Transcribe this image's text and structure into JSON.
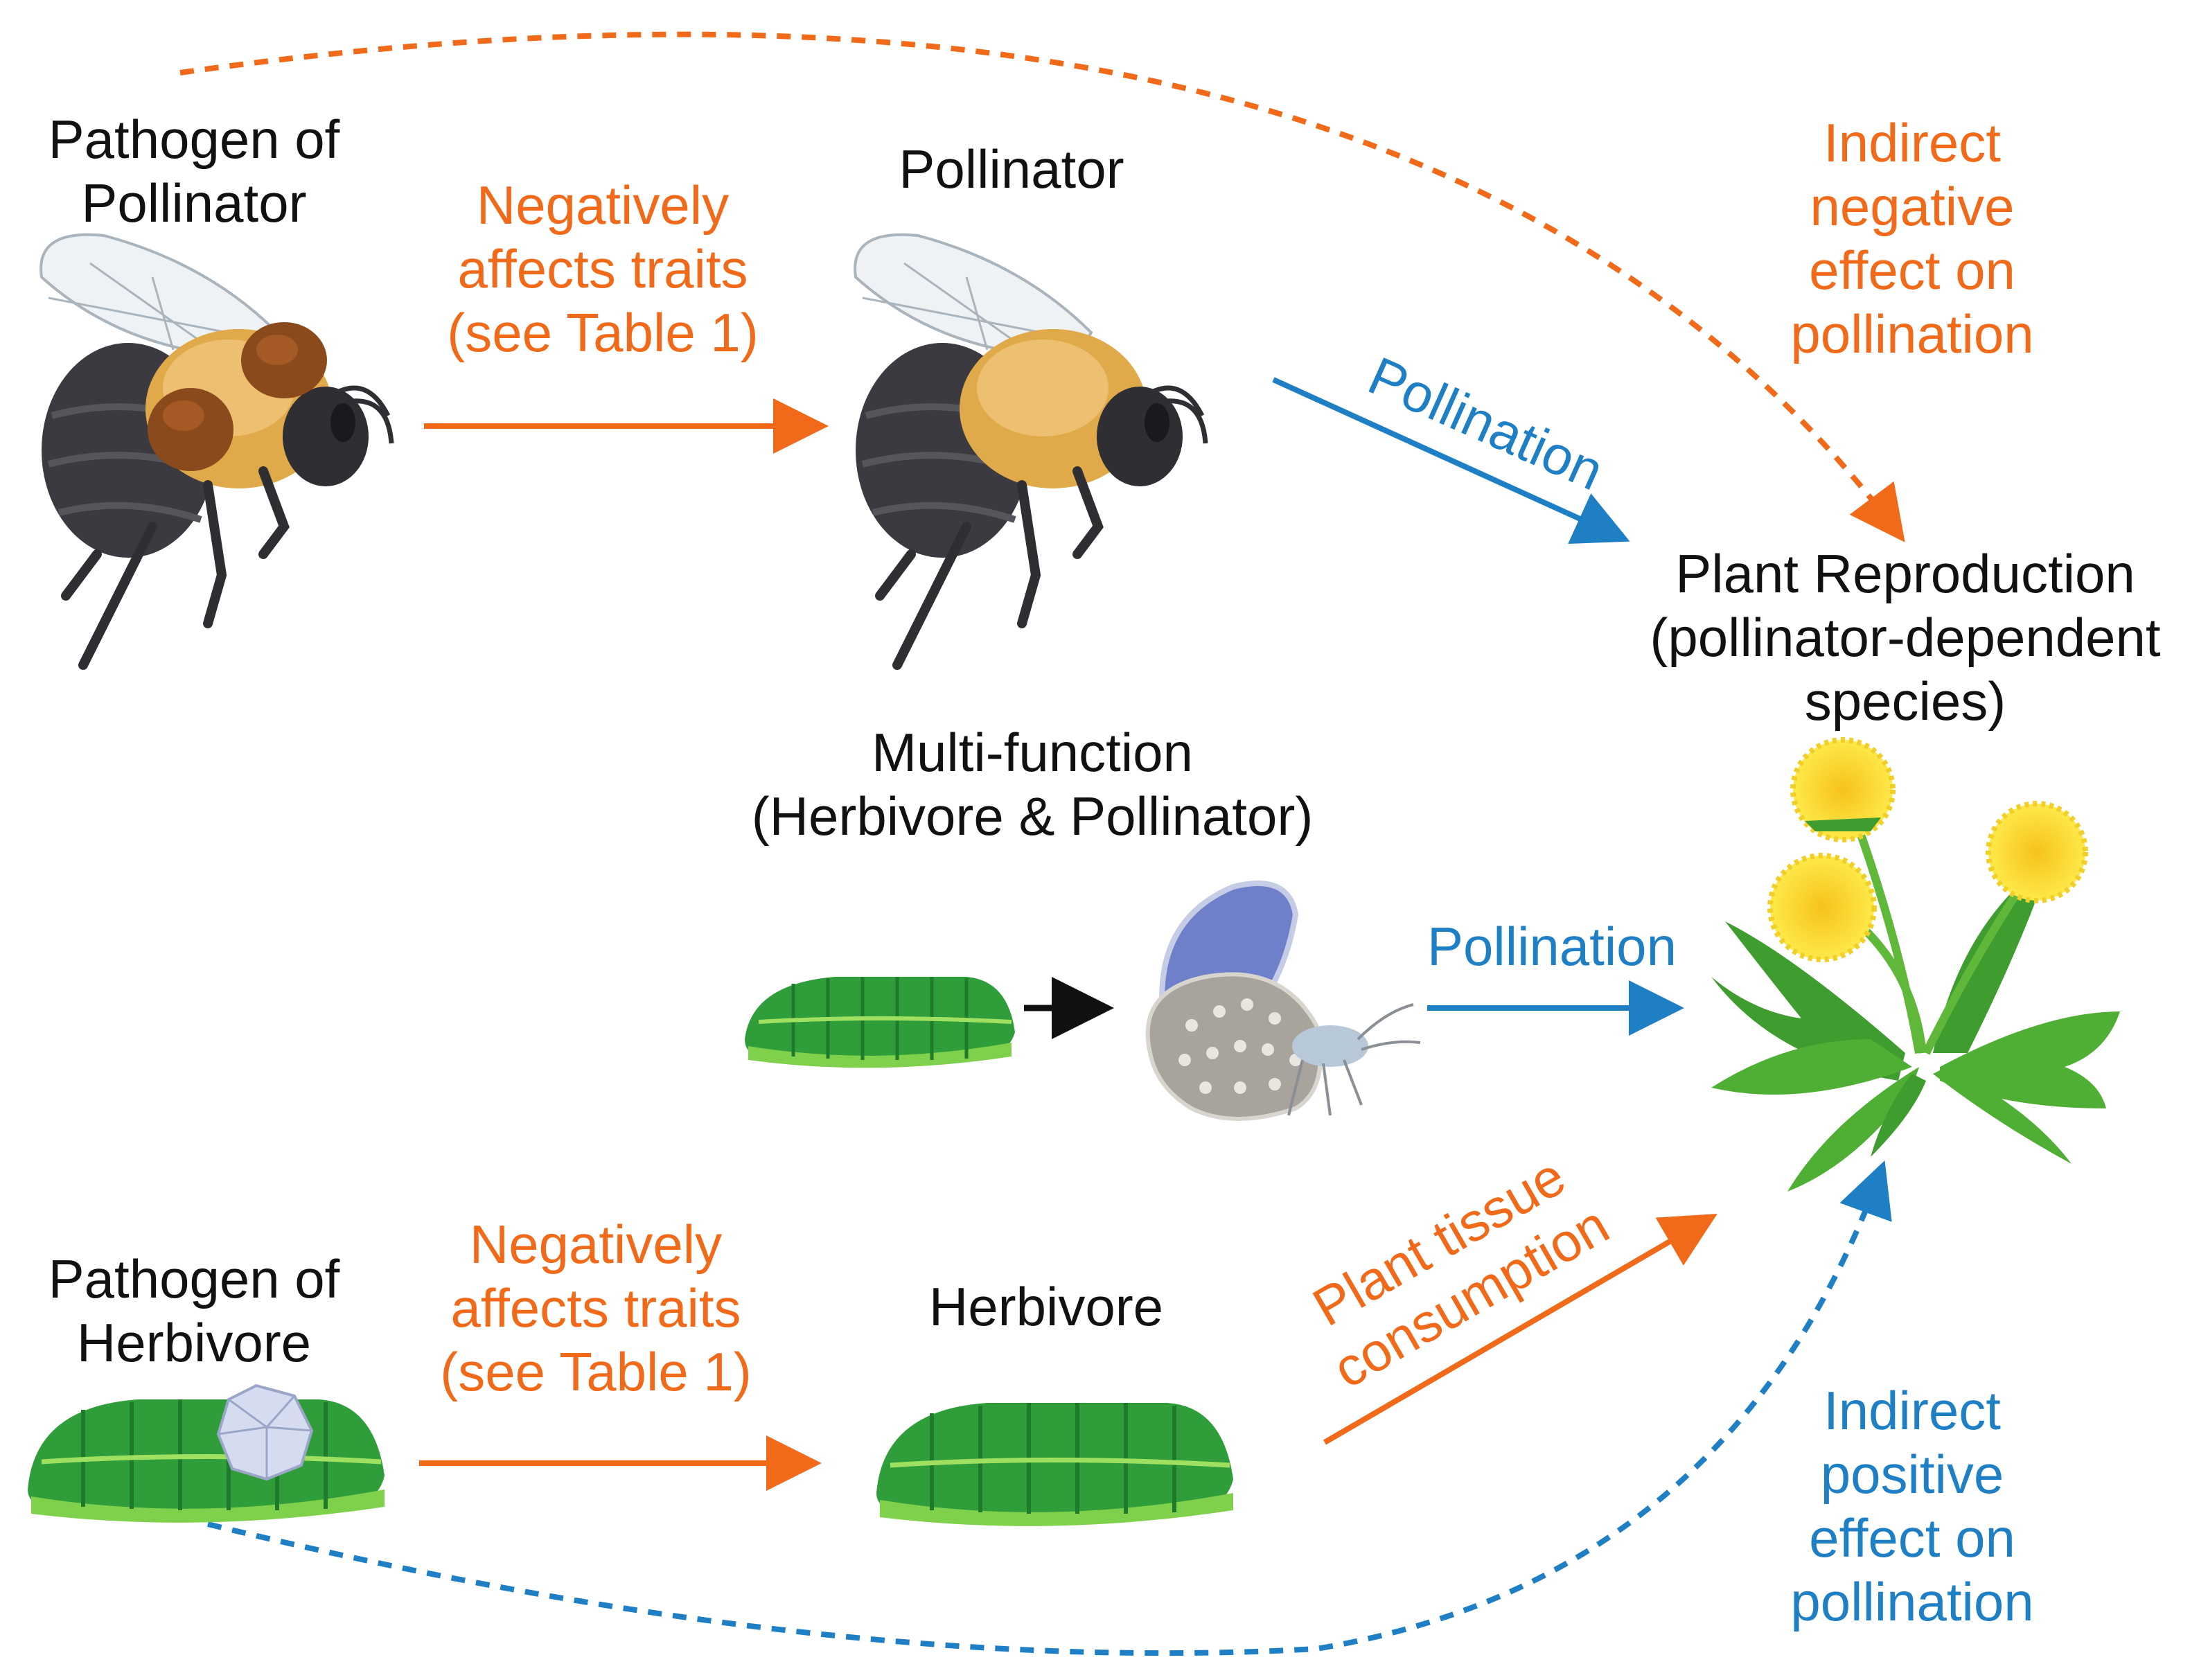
{
  "colors": {
    "orange": "#f06a1a",
    "blue": "#1f7fc4",
    "black": "#111111"
  },
  "nodes": {
    "pathogen_of_pollinator": [
      "Pathogen of",
      "Pollinator"
    ],
    "pollinator": "Pollinator",
    "plant_reproduction": [
      "Plant Reproduction",
      "(pollinator-dependent",
      "species)"
    ],
    "multi_function": [
      "Multi-function",
      "(Herbivore & Pollinator)"
    ],
    "pathogen_of_herbivore": [
      "Pathogen of",
      "Herbivore"
    ],
    "herbivore": "Herbivore"
  },
  "edges": {
    "pathogen_to_pollinator": [
      "Negatively",
      "affects traits",
      "(see Table 1)"
    ],
    "pollinator_to_plant": "Pollination",
    "indirect_negative": [
      "Indirect",
      "negative",
      "effect on",
      "pollination"
    ],
    "multi_to_plant": "Pollination",
    "pathogen_to_herbivore": [
      "Negatively",
      "affects traits",
      "(see Table 1)"
    ],
    "herbivore_to_plant": [
      "Plant tissue",
      "consumption"
    ],
    "indirect_positive": [
      "Indirect",
      "positive",
      "effect on",
      "pollination"
    ]
  },
  "icons": [
    "bee-with-mites-icon",
    "bee-icon",
    "caterpillar-icon",
    "butterfly-icon",
    "infected-caterpillar-icon",
    "dandelion-icon"
  ]
}
